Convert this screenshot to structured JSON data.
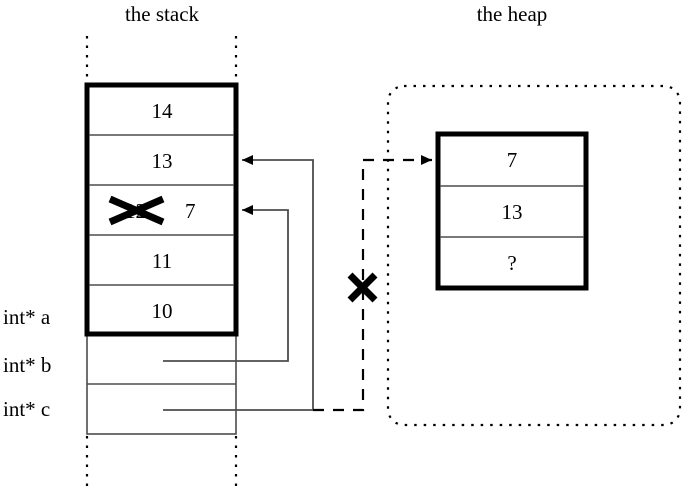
{
  "titles": {
    "stack": "the stack",
    "heap": "the heap"
  },
  "stack": {
    "cells": [
      {
        "value": "14"
      },
      {
        "value": "13"
      },
      {
        "value": "12",
        "struck": true,
        "new_value": "7"
      },
      {
        "value": "11"
      },
      {
        "value": "10"
      }
    ],
    "variables": [
      {
        "label": "int* a"
      },
      {
        "label": "int* b"
      },
      {
        "label": "int* c"
      }
    ]
  },
  "heap": {
    "cells": [
      {
        "value": "7"
      },
      {
        "value": "13"
      },
      {
        "value": "?"
      }
    ]
  },
  "marks": {
    "invalid_pointer_x": "✕",
    "overwritten_value_x": "✕"
  },
  "colors": {
    "ink": "#000000",
    "thin_line": "#4d4d4d",
    "background": "#ffffff"
  }
}
